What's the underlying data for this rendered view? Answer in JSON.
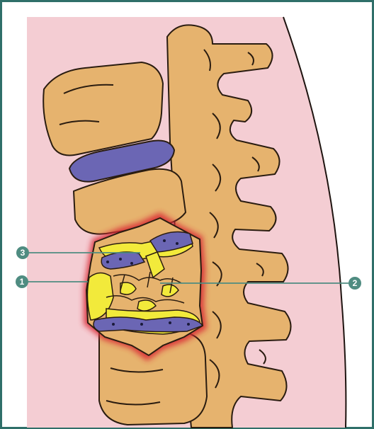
{
  "colors": {
    "frame": "#2f6f69",
    "background": "#f4cdd3",
    "bone": "#e6b36e",
    "bone_outline": "#2a1c10",
    "disc": "#6b66b4",
    "lesion": "#f2ea3b",
    "inflammation": "#d92b34",
    "marker": "#4f8c81",
    "leader": "#4f8c81"
  },
  "markers": [
    {
      "label": "1"
    },
    {
      "label": "2"
    },
    {
      "label": "3"
    }
  ]
}
